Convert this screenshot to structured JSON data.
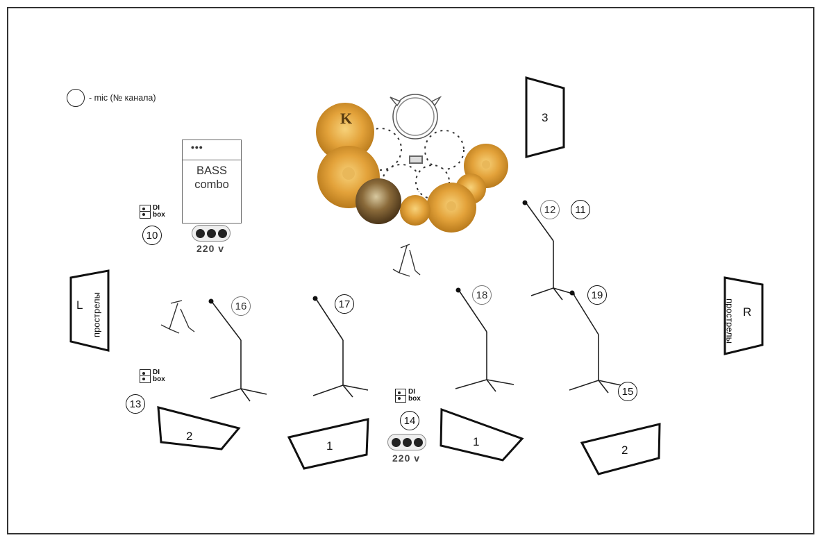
{
  "legend": {
    "text": "- mic (№ канала)"
  },
  "bass_combo": {
    "dots": "•••",
    "label_line1": "BASS",
    "label_line2": "combo"
  },
  "di_box": {
    "line1": "DI",
    "line2": "box"
  },
  "power": {
    "label": "220 v"
  },
  "channels": {
    "ch10": "10",
    "ch11": "11",
    "ch12": "12",
    "ch13": "13",
    "ch14": "14",
    "ch15": "15",
    "ch16": "16",
    "ch17": "17",
    "ch18": "18",
    "ch19": "19"
  },
  "side_fills": {
    "left_letter": "L",
    "right_letter": "R",
    "label": "прострелы"
  },
  "monitors": {
    "m1": "1",
    "m2": "2",
    "m3": "3"
  },
  "colors": {
    "cymbal": "#e3a23a",
    "cymbal_dark": "#b87a1c",
    "frame": "#333333"
  }
}
